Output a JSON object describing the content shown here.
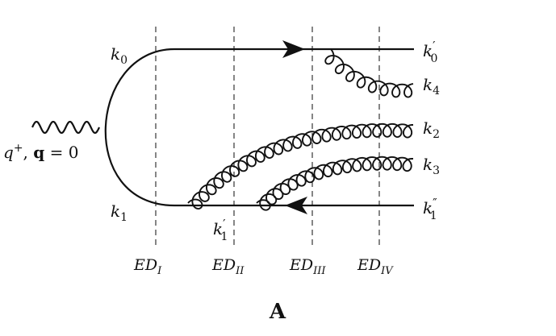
{
  "labels": {
    "k0": "k",
    "k0_sub": "0",
    "k1": "k",
    "k1_sub": "1",
    "k0p": "k",
    "k0p_sup": "′",
    "k0p_sub": "0",
    "k4": "k",
    "k4_sub": "4",
    "k2": "k",
    "k2_sub": "2",
    "k3": "k",
    "k3_sub": "3",
    "k1pp": "k",
    "k1pp_sup": "″",
    "k1pp_sub": "1",
    "k1p": "k",
    "k1p_sup": "′",
    "k1p_sub": "1",
    "photon_q_plus": "q",
    "photon_plus_sup": "+",
    "photon_comma": ", ",
    "photon_bold_q": "q",
    "photon_eq": " = 0"
  },
  "regions": [
    {
      "base": "ED",
      "sub": "I"
    },
    {
      "base": "ED",
      "sub": "II"
    },
    {
      "base": "ED",
      "sub": "III"
    },
    {
      "base": "ED",
      "sub": "IV"
    }
  ],
  "caption": "A"
}
